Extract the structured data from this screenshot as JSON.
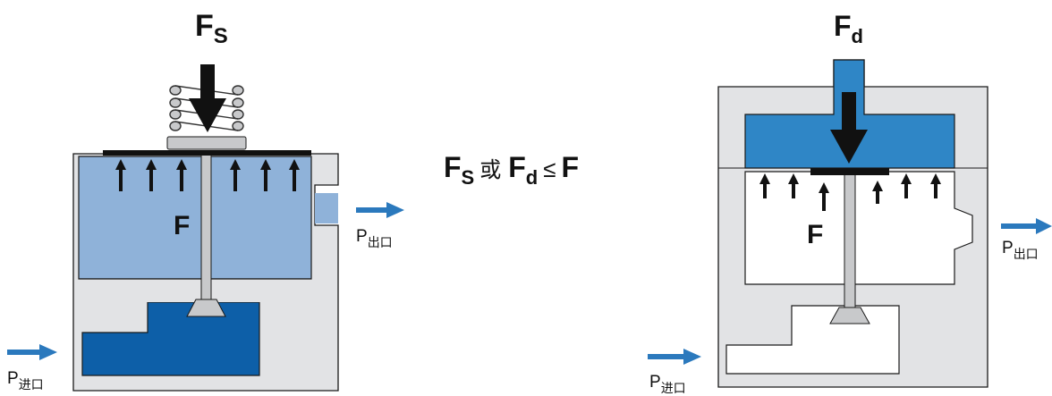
{
  "left_diagram": {
    "force_symbol": "F",
    "force_subscript": "S",
    "diaphragm_force_label": "F",
    "outlet_label": "P",
    "outlet_subscript": "出口",
    "inlet_label": "P",
    "inlet_subscript": "进口"
  },
  "equation": {
    "term1": "F",
    "term1_sub": "S",
    "connector": "或",
    "term2": "F",
    "term2_sub": "d",
    "relation": "≤",
    "rhs": "F"
  },
  "right_diagram": {
    "force_symbol": "F",
    "force_subscript": "d",
    "diaphragm_force_label": "F",
    "outlet_label": "P",
    "outlet_subscript": "出口",
    "inlet_label": "P",
    "inlet_subscript": "进口"
  },
  "colors": {
    "body_gray": "#e2e3e5",
    "outline": "#1a1a1a",
    "light_blue": "#8fb2d9",
    "dark_blue": "#0d5fa8",
    "mid_blue": "#2f86c6",
    "arrow_blue": "#2b79bd",
    "plug_gray": "#c8c9cb"
  }
}
